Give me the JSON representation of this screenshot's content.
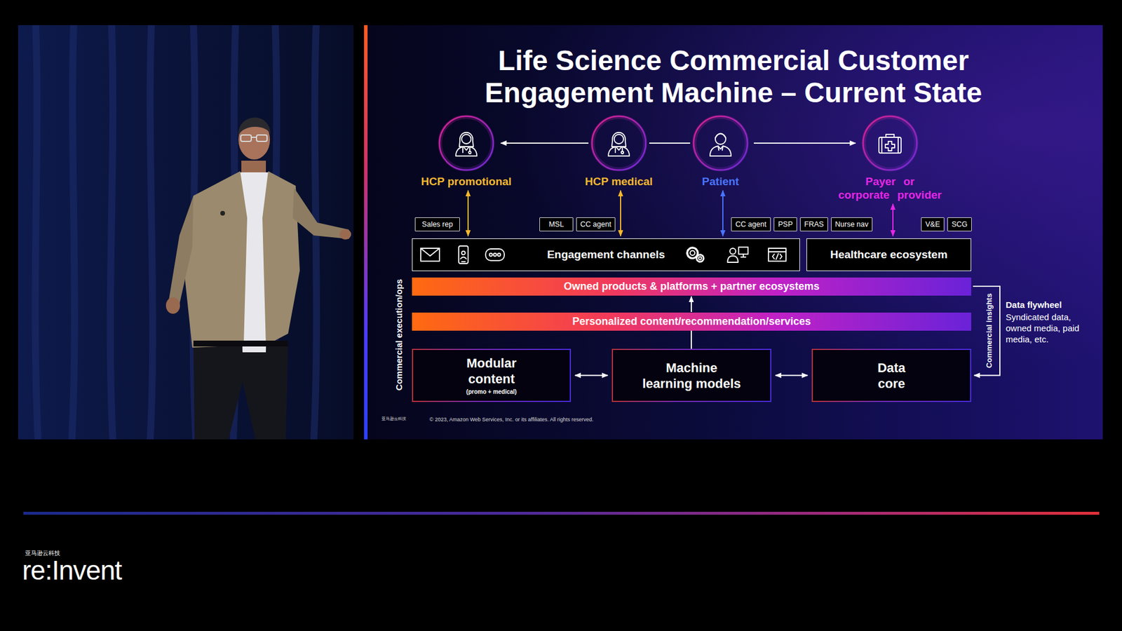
{
  "diagram": {
    "title": "Life Science Commercial Customer Engagement Machine – Current State",
    "nodes": [
      {
        "text": [
          "HCP promotional"
        ]
      },
      {
        "text": [
          "HCP medical"
        ]
      },
      {
        "text": [
          "Patient"
        ]
      },
      {
        "text": [
          "Payer or corporate provider"
        ]
      },
      {
        "text": [
          "Sales rep"
        ]
      },
      {
        "text": [
          "MSL"
        ]
      },
      {
        "text": [
          "CC agent"
        ]
      },
      {
        "text": [
          "CC agent"
        ]
      },
      {
        "text": [
          "PSP"
        ]
      },
      {
        "text": [
          "FRAS"
        ]
      },
      {
        "text": [
          "Nurse nav"
        ]
      },
      {
        "text": [
          "V&E"
        ]
      },
      {
        "text": [
          "SCG"
        ]
      },
      {
        "text": [
          "Engagement channels"
        ]
      },
      {
        "text": [
          "Healthcare ecosystem"
        ]
      },
      {
        "text": [
          "Owned products & platforms + partner ecosystems"
        ]
      },
      {
        "text": [
          "Personalized content/recommendation/services"
        ]
      },
      {
        "text": [
          "Modular content",
          "(promo + medical)"
        ]
      },
      {
        "text": [
          "Machine learning models"
        ]
      },
      {
        "text": [
          "Data core"
        ]
      }
    ],
    "edges": [
      {
        "from": 1,
        "to": 0,
        "arrow": "to"
      },
      {
        "from": 1,
        "to": 2,
        "arrow": "none"
      },
      {
        "from": 2,
        "to": 3,
        "arrow": "to"
      },
      {
        "from": 0,
        "to": 13,
        "arrow": "both"
      },
      {
        "from": 1,
        "to": 13,
        "arrow": "both"
      },
      {
        "from": 2,
        "to": 13,
        "arrow": "both"
      },
      {
        "from": 3,
        "to": 14,
        "arrow": "both"
      },
      {
        "from": 16,
        "to": 15,
        "arrow": "to"
      },
      {
        "from": 18,
        "to": 16,
        "arrow": "none"
      },
      {
        "from": 17,
        "to": 18,
        "arrow": "both"
      },
      {
        "from": 18,
        "to": 19,
        "arrow": "both"
      },
      {
        "from": 15,
        "to": 19,
        "arrow": "to",
        "label": "Commercial insights"
      }
    ],
    "labels": [
      "Commercial execution/ops",
      "Data flywheel",
      "Syndicated data, owned media, paid media, etc.",
      "亚马逊云科技",
      "© 2023, Amazon Web Services, Inc. or its affiliates. All rights reserved.",
      "亚马逊云科技",
      "re:Invent"
    ]
  }
}
